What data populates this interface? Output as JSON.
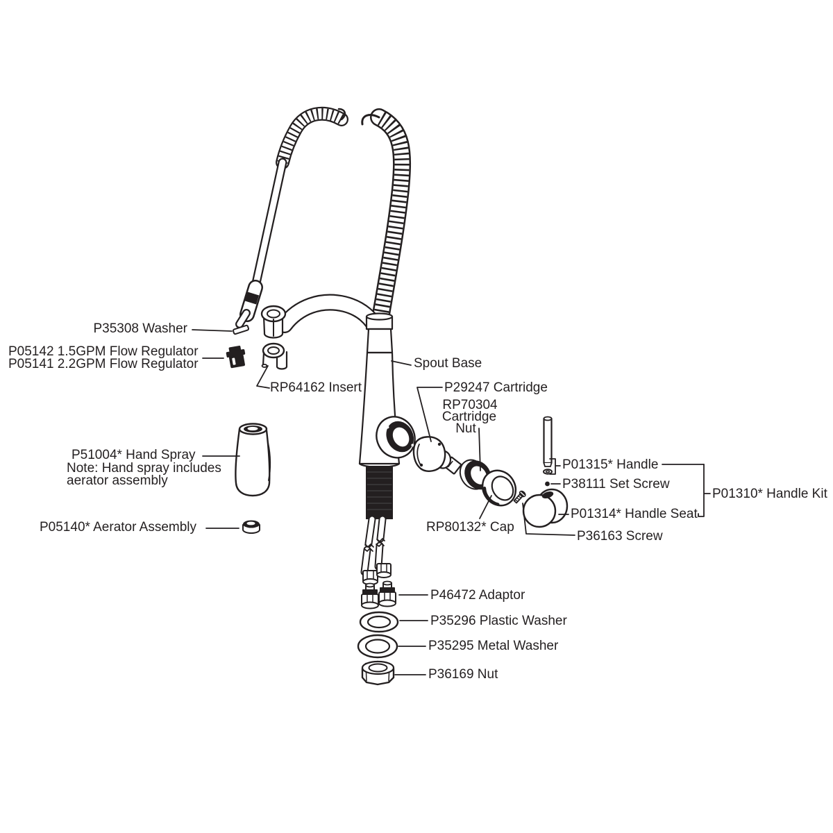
{
  "diagram": {
    "ink_color": "#231f20",
    "background_color": "#ffffff",
    "labels": {
      "washer": "P35308 Washer",
      "flow_regulator_15gpm": "P05142 1.5GPM Flow Regulator",
      "flow_regulator_22gpm": "P05141 2.2GPM Flow Regulator",
      "insert": "RP64162 Insert",
      "spout_base": "Spout Base",
      "cartridge": "P29247 Cartridge",
      "cartridge_nut_line1": "RP70304",
      "cartridge_nut_line2": "Cartridge",
      "cartridge_nut_line3": "Nut",
      "hand_spray": "P51004* Hand Spray",
      "hand_spray_note_line1": "Note: Hand spray includes",
      "hand_spray_note_line2": "aerator assembly",
      "aerator_assembly": "P05140* Aerator Assembly",
      "handle": "P01315* Handle",
      "set_screw": "P38111 Set Screw",
      "handle_kit": "P01310* Handle Kit",
      "handle_seat": "P01314* Handle Seat",
      "cap": "RP80132* Cap",
      "screw": "P36163 Screw",
      "adaptor": "P46472 Adaptor",
      "plastic_washer": "P35296 Plastic Washer",
      "metal_washer": "P35295 Metal Washer",
      "nut": "P36169 Nut"
    }
  }
}
